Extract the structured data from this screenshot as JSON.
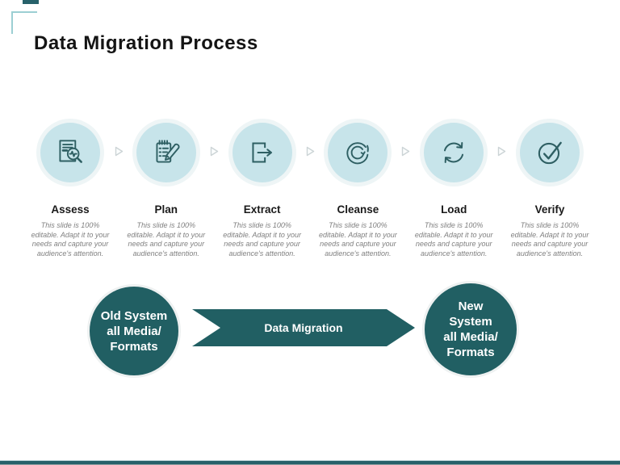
{
  "slide": {
    "title": "Data Migration Process",
    "steps": [
      {
        "label": "Assess",
        "icon": "assess-document-search-icon",
        "description": "This slide is 100% editable. Adapt it to your needs and capture your audience's attention."
      },
      {
        "label": "Plan",
        "icon": "plan-notepad-pencil-icon",
        "description": "This slide is 100% editable. Adapt it to your needs and capture your audience's attention."
      },
      {
        "label": "Extract",
        "icon": "extract-export-arrow-icon",
        "description": "This slide is 100% editable. Adapt it to your needs and capture your audience's attention."
      },
      {
        "label": "Cleanse",
        "icon": "cleanse-refresh-icon",
        "description": "This slide is 100% editable. Adapt it to your needs and capture your audience's attention."
      },
      {
        "label": "Load",
        "icon": "load-sync-arrows-icon",
        "description": "This slide is 100% editable. Adapt it to your needs and capture your audience's attention."
      },
      {
        "label": "Verify",
        "icon": "verify-check-circle-icon",
        "description": "This slide is 100% editable. Adapt it to your needs and capture your audience's attention."
      }
    ],
    "flow": {
      "source": {
        "lines": [
          "Old System",
          "all Media/",
          "Formats"
        ]
      },
      "arrow_label": "Data Migration",
      "target": {
        "lines": [
          "New",
          "System",
          "all Media/",
          "Formats"
        ]
      }
    },
    "colors": {
      "accent_dark": "#215f63",
      "accent_light": "#c7e4ea",
      "icon_stroke": "#2e5f63",
      "bracket": "#9ccfd3",
      "muted_text": "#808080",
      "title_text": "#141414"
    }
  }
}
